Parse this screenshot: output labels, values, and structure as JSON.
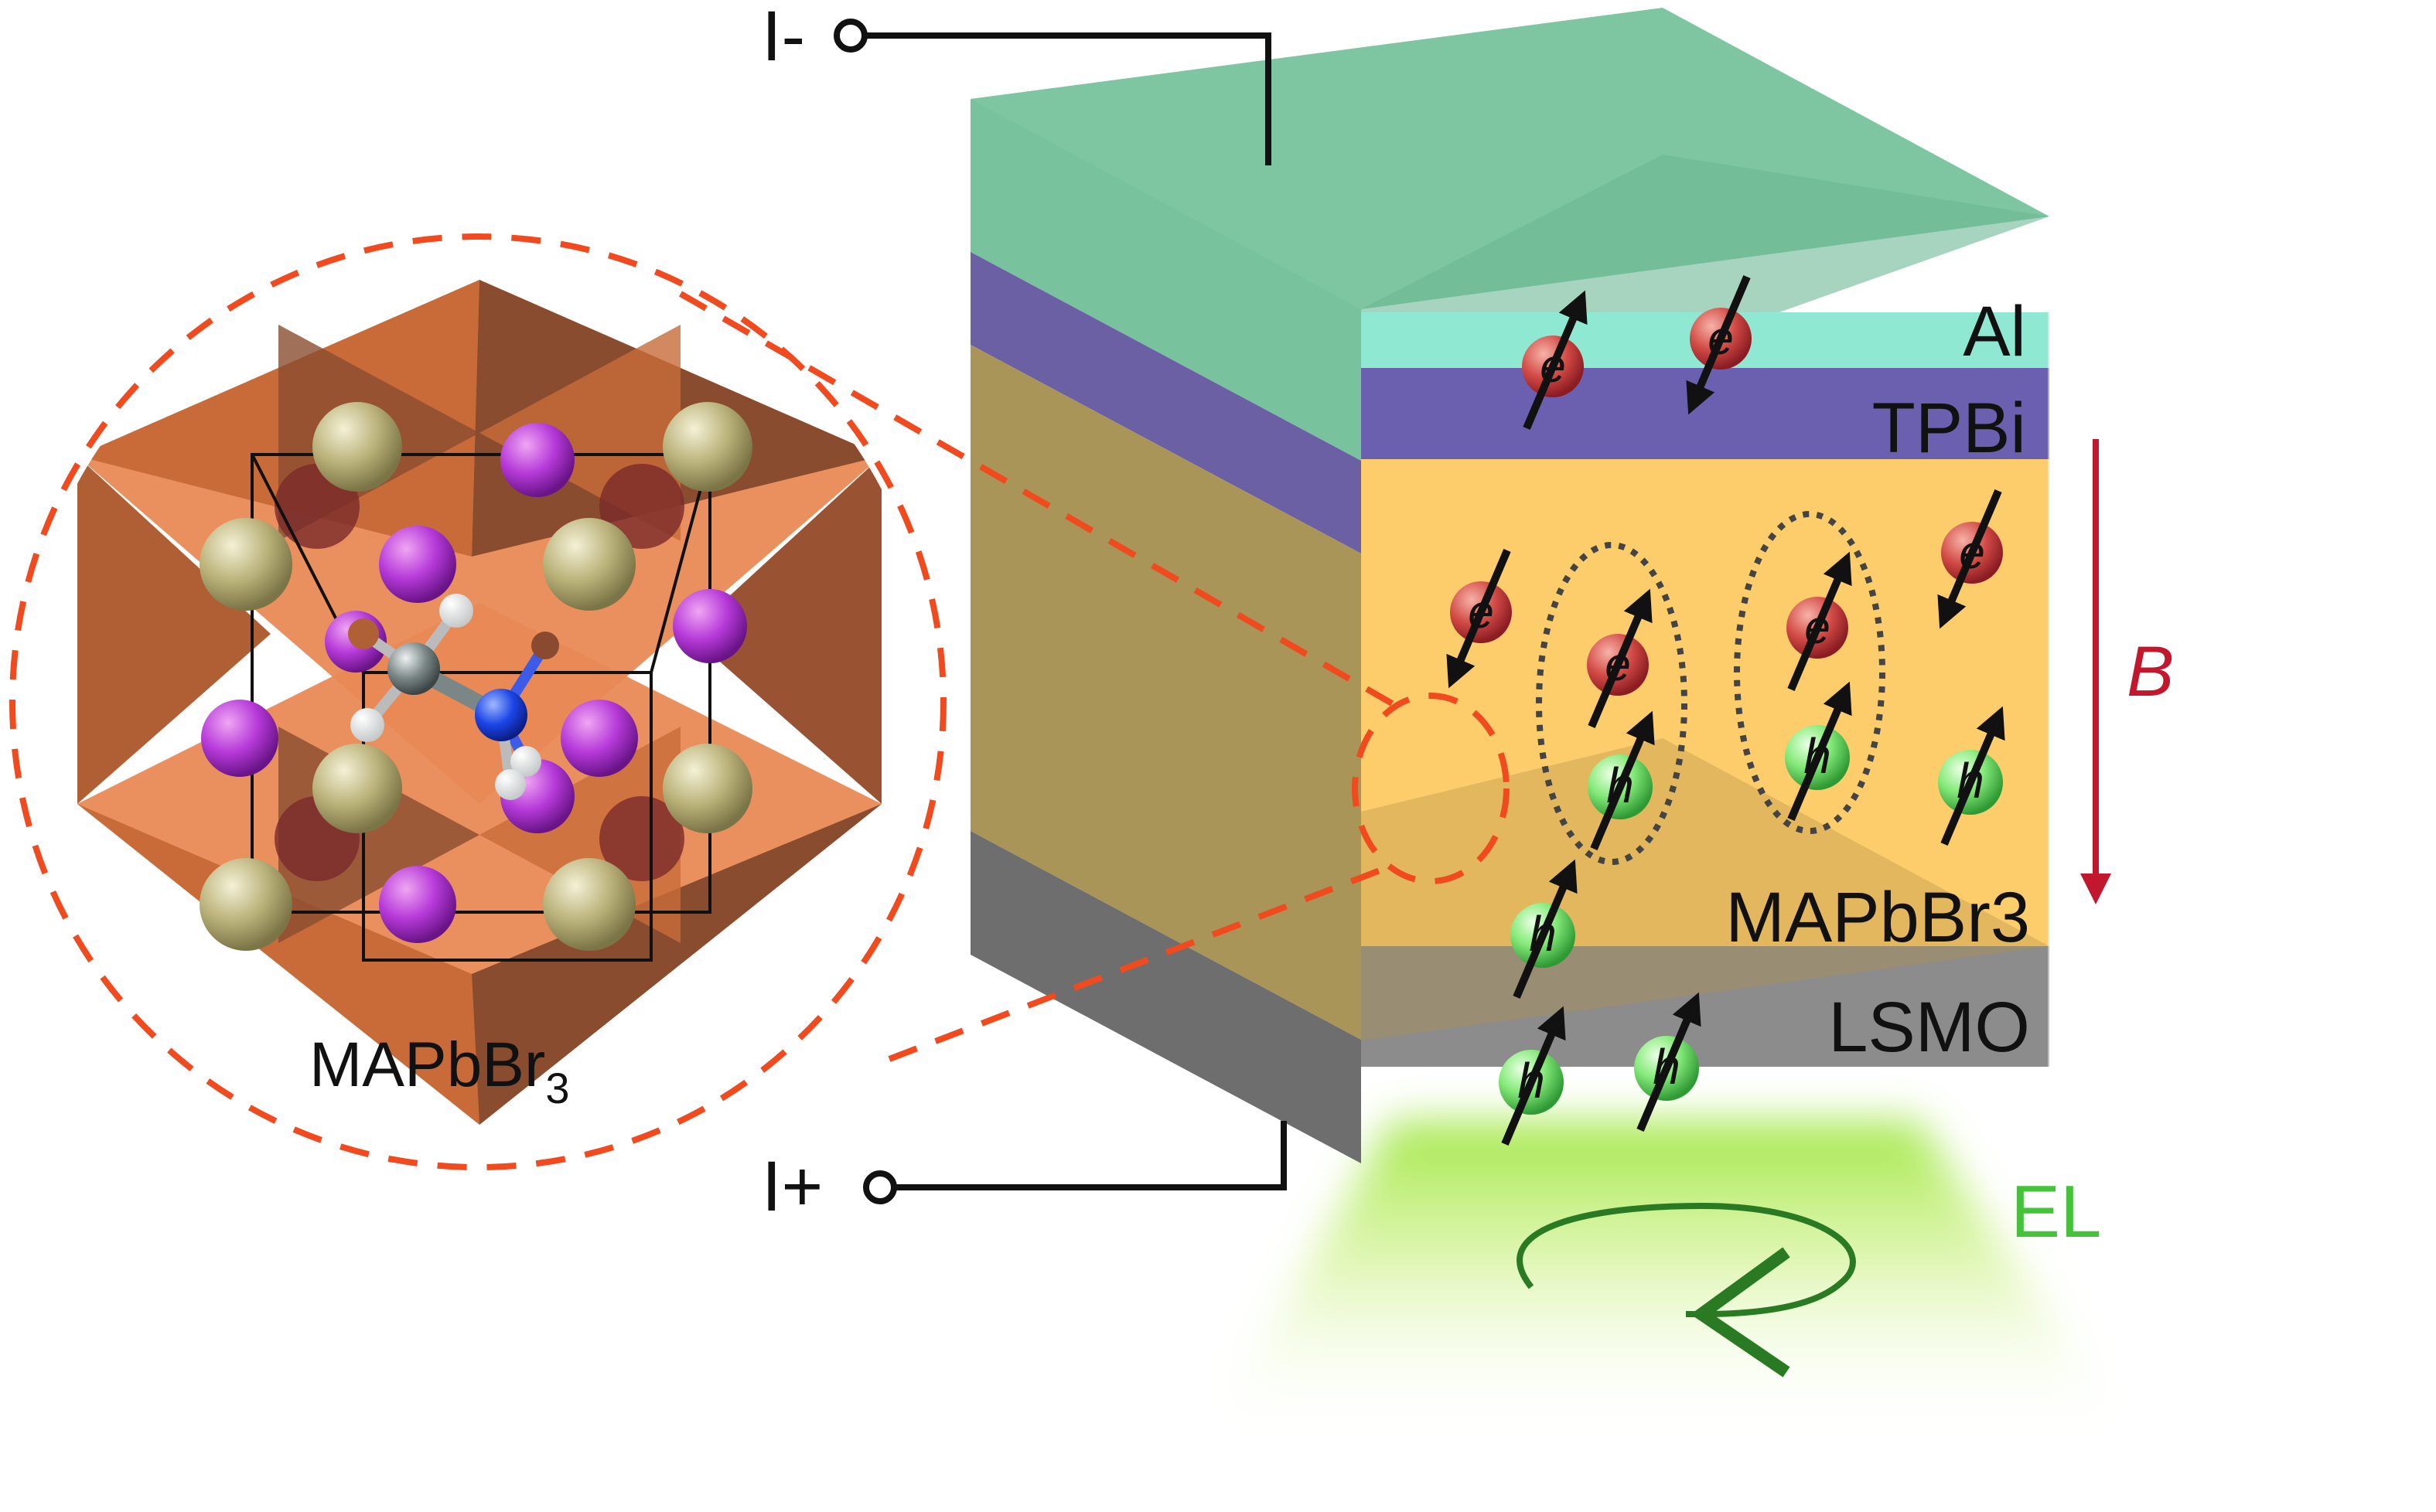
{
  "diagram": {
    "terminal_minus": "I-",
    "terminal_plus": "I+",
    "layers": {
      "al": "Al",
      "tpbi": "TPBi",
      "mapbbr3": "MAPbBr3",
      "lsmo": "LSMO"
    },
    "field_label": "B",
    "emission_label": "EL",
    "crystal_label_main": "MAPbBr",
    "crystal_label_sub": "3",
    "electron_symbol": "e",
    "hole_symbol": "h"
  },
  "colors": {
    "al": "#8fe8d2",
    "tpbi": "#6b5fb0",
    "mapbbr3": "#fdcd6b",
    "lsmo": "#8c8c8c",
    "zoom_outline": "#f04a1e",
    "field_arrow": "#c3172d",
    "emission": "#43c23a",
    "electron": "#c7343a",
    "hole": "#77e36e"
  }
}
